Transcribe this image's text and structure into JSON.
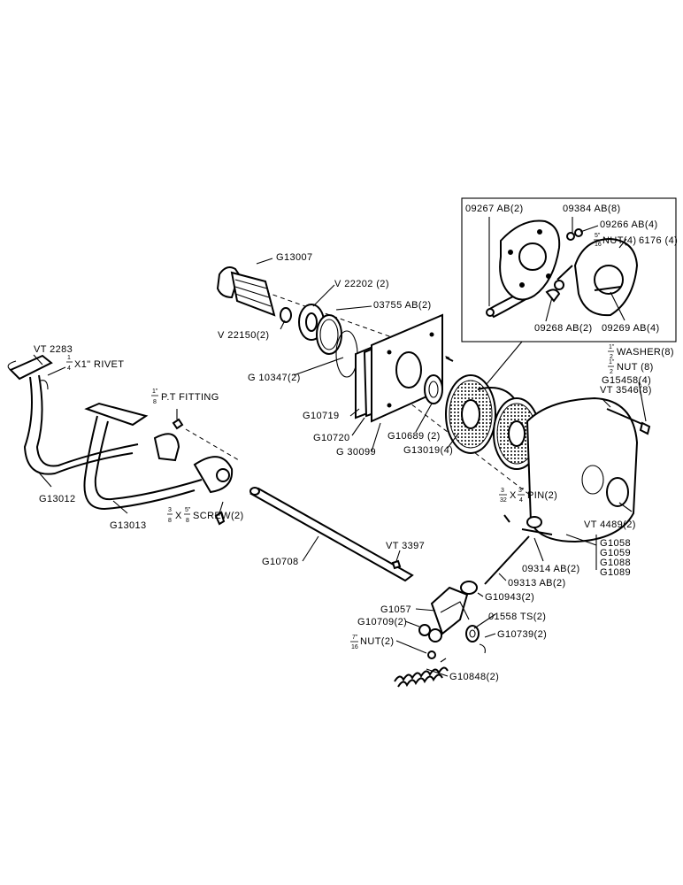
{
  "labels": {
    "vt2283": "VT 2283",
    "rivet": "X1\" RIVET",
    "rivet_num": "1",
    "rivet_den": "4",
    "fitting": "P.T FITTING",
    "fitting_num": "1\"",
    "fitting_den": "8",
    "g13012": "G13012",
    "g13013": "G13013",
    "screw": "SCREW(2)",
    "screw_a_num": "3",
    "screw_a_den": "8",
    "screw_b_num": "5\"",
    "screw_b_den": "8",
    "screw_x": "X",
    "g13007": "G13007",
    "v22202": "V 22202 (2)",
    "v22150": "V 22150(2)",
    "o3755": "03755 AB(2)",
    "g10347": "G 10347(2)",
    "g10719": "G10719",
    "g10720": "G10720",
    "g30099": "G 30099",
    "g10689": "G10689 (2)",
    "g13019": "G13019(4)",
    "o9267": "09267 AB(2)",
    "o9384": "09384 AB(8)",
    "o9266": "09266 AB(4)",
    "nut4": "NUT(4)",
    "nut4_num": "5\"",
    "nut4_den": "16",
    "s6176": "6176 (4)",
    "o9268": "09268 AB(2)",
    "o9269": "09269 AB(4)",
    "washer": "WASHER(8)",
    "washer_num": "1\"",
    "washer_den": "2",
    "nut8": "NUT (8)",
    "nut8_num": "1\"",
    "nut8_den": "2",
    "g15458": "G15458(4)",
    "vt3546": "VT 3546(8)",
    "pin": "PIN(2)",
    "pin_a_num": "3",
    "pin_a_den": "32",
    "pin_b_num": "3\"",
    "pin_b_den": "4",
    "pin_x": "X",
    "vt4489": "VT 4489(2)",
    "g1058": "G1058",
    "g1059": "G1059",
    "g1088": "G1088",
    "g1089": "G1089",
    "o9314": "09314 AB(2)",
    "o9313": "09313 AB(2)",
    "g10943": "G10943(2)",
    "g10708": "G10708",
    "vt3397": "VT 3397",
    "g1057": "G1057",
    "g10709": "G10709(2)",
    "o1558": "01558 TS(2)",
    "nut2": "NUT(2)",
    "nut2_num": "7\"",
    "nut2_den": "16",
    "g10739": "G10739(2)",
    "g10848": "G10848(2)"
  }
}
